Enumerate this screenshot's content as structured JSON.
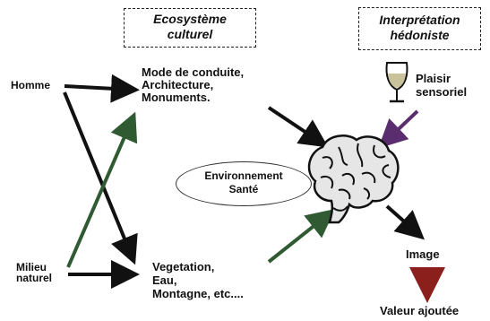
{
  "boxes": {
    "ecosysteme_line1": "Ecosystème",
    "ecosysteme_line2": "culturel",
    "interpretation_line1": "Interprétation",
    "interpretation_line2": "hédoniste"
  },
  "left": {
    "homme": "Homme",
    "milieu_line1": "Milieu",
    "milieu_line2": "naturel"
  },
  "cultural": [
    "Mode de conduite,",
    "Architecture,",
    "Monuments."
  ],
  "natural": [
    "Vegetation,",
    "Eau,",
    "Montagne, etc...."
  ],
  "environment": {
    "line1": "Environnement",
    "line2": "Santé"
  },
  "pleasure": {
    "line1": "Plaisir",
    "line2": "sensoriel"
  },
  "outputs": {
    "image": "Image",
    "value": "Valeur ajoutée"
  },
  "colors": {
    "black_arrow": "#111111",
    "green_arrow": "#2f5a32",
    "purple_arrow": "#5a2d6e",
    "red_arrow": "#8a1f1c"
  },
  "icons": [
    "brain-icon",
    "wine-glass-icon"
  ]
}
